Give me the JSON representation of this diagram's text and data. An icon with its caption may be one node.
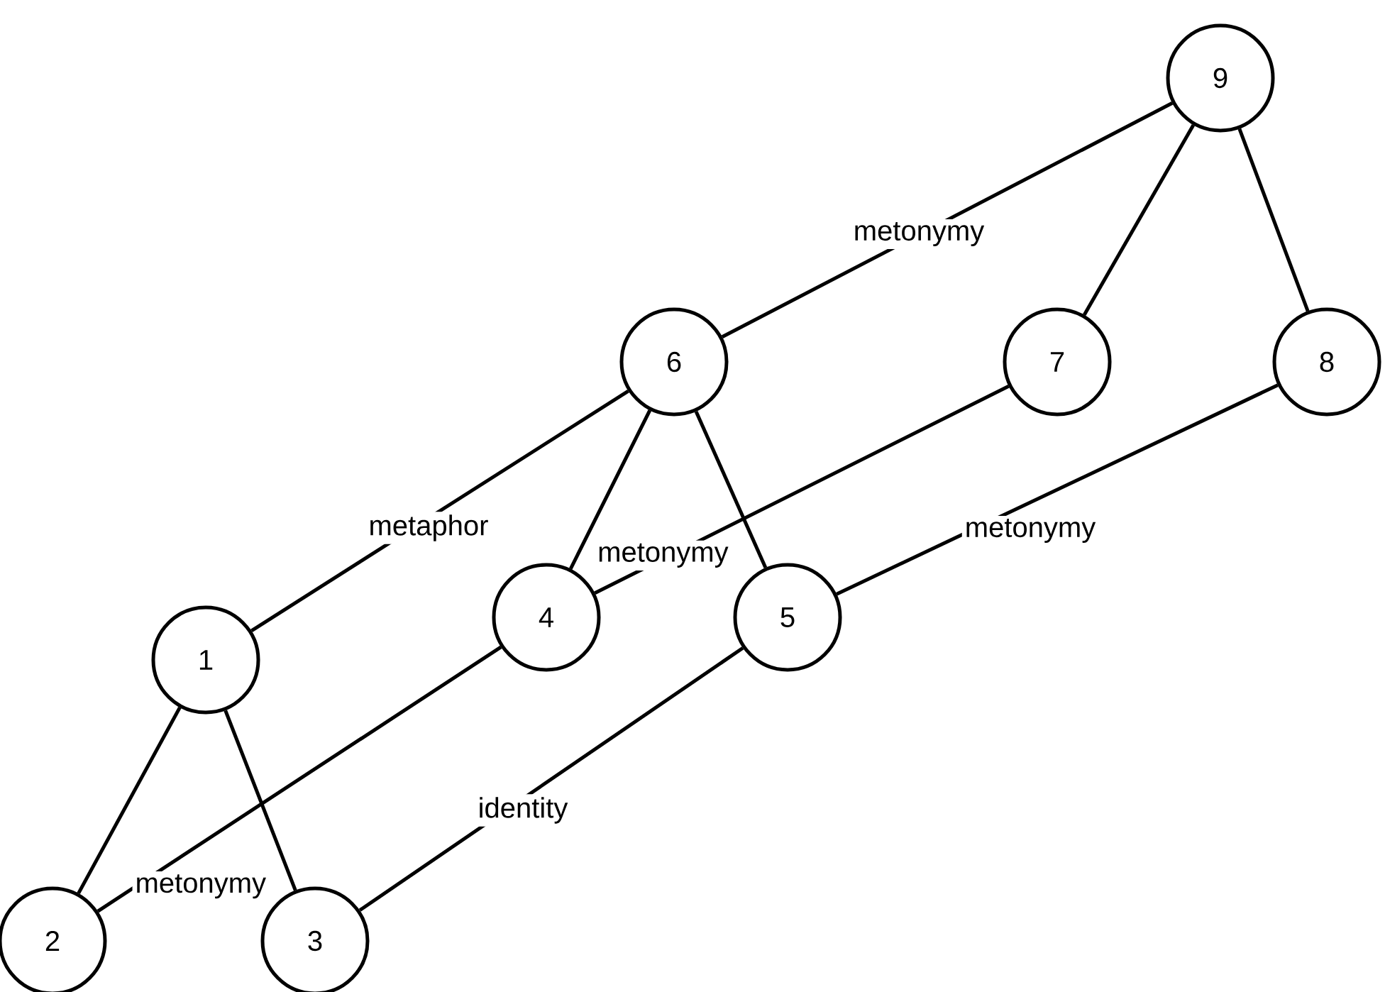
{
  "diagram": {
    "nodes": [
      {
        "text": [
          "1"
        ]
      },
      {
        "text": [
          "2"
        ]
      },
      {
        "text": [
          "3"
        ]
      },
      {
        "text": [
          "4"
        ]
      },
      {
        "text": [
          "5"
        ]
      },
      {
        "text": [
          "6"
        ]
      },
      {
        "text": [
          "7"
        ]
      },
      {
        "text": [
          "8"
        ]
      },
      {
        "text": [
          "9"
        ]
      }
    ],
    "edges": [
      {
        "from": 0,
        "to": 1,
        "arrow": "none"
      },
      {
        "from": 0,
        "to": 2,
        "arrow": "none"
      },
      {
        "from": 5,
        "to": 3,
        "arrow": "none"
      },
      {
        "from": 5,
        "to": 4,
        "arrow": "none"
      },
      {
        "from": 8,
        "to": 6,
        "arrow": "none"
      },
      {
        "from": 8,
        "to": 7,
        "arrow": "none"
      },
      {
        "from": 0,
        "to": 5,
        "arrow": "none",
        "label": "metaphor"
      },
      {
        "from": 1,
        "to": 3,
        "arrow": "none",
        "label": "metonymy"
      },
      {
        "from": 2,
        "to": 4,
        "arrow": "none",
        "label": "identity"
      },
      {
        "from": 3,
        "to": 6,
        "arrow": "none",
        "label": "metonymy"
      },
      {
        "from": 4,
        "to": 7,
        "arrow": "none",
        "label": "metonymy"
      },
      {
        "from": 5,
        "to": 8,
        "arrow": "none",
        "label": "metonymy"
      }
    ]
  }
}
